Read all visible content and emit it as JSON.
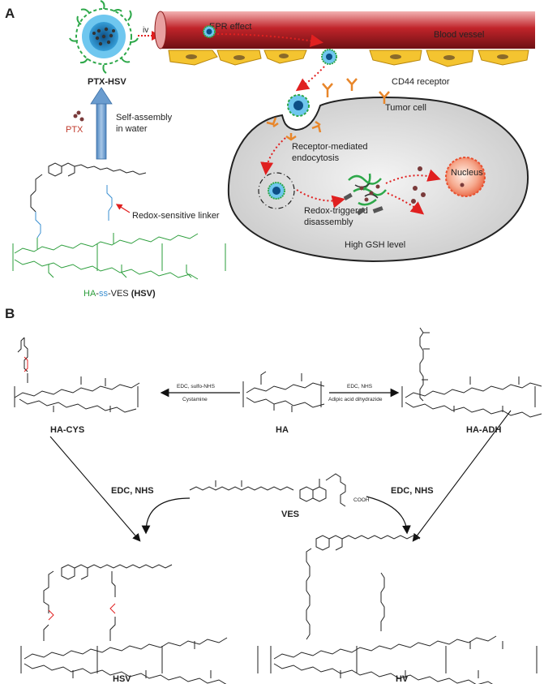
{
  "panel_a": {
    "label": "A",
    "ptx_hsv": "PTX-HSV",
    "iv": "iv",
    "epr_effect": "EPR effect",
    "blood_vessel": "Blood vessel",
    "cd44_receptor": "CD44 receptor",
    "tumor_cell": "Tumor cell",
    "self_assembly_1": "Self-assembly",
    "self_assembly_2": "in water",
    "ptx": "PTX",
    "receptor_1": "Receptor-mediated",
    "receptor_2": "endocytosis",
    "redox_triggered_1": "Redox-triggered",
    "redox_triggered_2": "disassembly",
    "nucleus": "Nucleus",
    "high_gsh": "High GSH level",
    "redox_linker": "Redox-sensitive linker",
    "hsv_part1": "HA",
    "hsv_part2": "-",
    "hsv_part3": "ss",
    "hsv_part4": "-VES ",
    "hsv_part5": "(HSV)",
    "colors": {
      "ha_green": "#2a9d3a",
      "ss_blue": "#3a8fd1",
      "ptx_red": "#c0392b",
      "arrow_red": "#e02020"
    }
  },
  "panel_b": {
    "label": "B",
    "ha_cys": "HA-CYS",
    "ha": "HA",
    "ha_adh": "HA-ADH",
    "vesl": "VES",
    "left_reagents_1": "EDC, sulfo-NHS",
    "left_reagents_2": "Cystamine",
    "right_reagents_1": "EDC, NHS",
    "right_reagents_2": "Adipic acid dihydrazide",
    "edc_nhs_left": "EDC, NHS",
    "edc_nhs_right": "EDC, NHS",
    "hsv": "HSV",
    "hv": "HV",
    "cooh": "COOH"
  }
}
